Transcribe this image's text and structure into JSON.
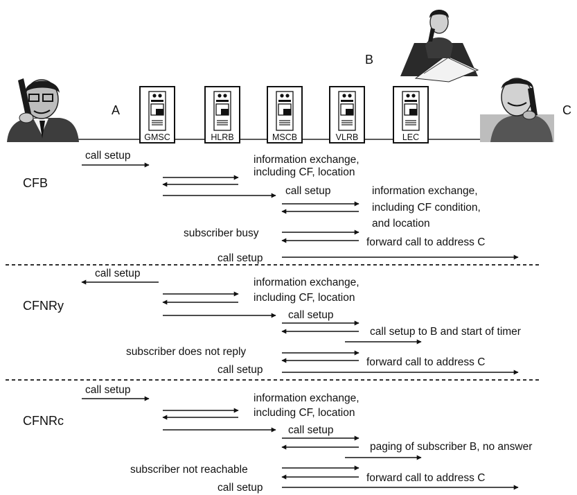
{
  "parties": {
    "a": "A",
    "b": "B",
    "c": "C"
  },
  "nodes": [
    "GMSC",
    "HLRB",
    "MSCB",
    "VLRB",
    "LEC"
  ],
  "sections": [
    {
      "label": "CFB"
    },
    {
      "label": "CFNRy"
    },
    {
      "label": "CFNRc"
    }
  ],
  "messages": {
    "cfb": {
      "call_setup_in": "call setup",
      "info_exchange": [
        "information exchange,",
        "including CF, location"
      ],
      "call_setup_mscb": "call setup",
      "info_exchange_vlr": [
        "information exchange,",
        "including CF condition,",
        "and location"
      ],
      "subscriber_busy": "subscriber busy",
      "forward_call": "forward call to address C",
      "call_setup_out": "call setup"
    },
    "cfnry": {
      "call_setup_in": "call setup",
      "info_exchange": [
        "information exchange,",
        "including CF, location"
      ],
      "call_setup_mscb": "call setup",
      "call_setup_b_timer": "call setup to B and start of timer",
      "subscriber_no_reply": "subscriber does not reply",
      "forward_call": "forward call to address C",
      "call_setup_out": "call setup"
    },
    "cfnrc": {
      "call_setup_in": "call setup",
      "info_exchange": [
        "information exchange,",
        "including CF, location"
      ],
      "call_setup_mscb": "call setup",
      "paging": "paging of subscriber B, no answer",
      "subscriber_not_reachable": "subscriber not reachable",
      "forward_call": "forward call to address C",
      "call_setup_out": "call setup"
    }
  }
}
